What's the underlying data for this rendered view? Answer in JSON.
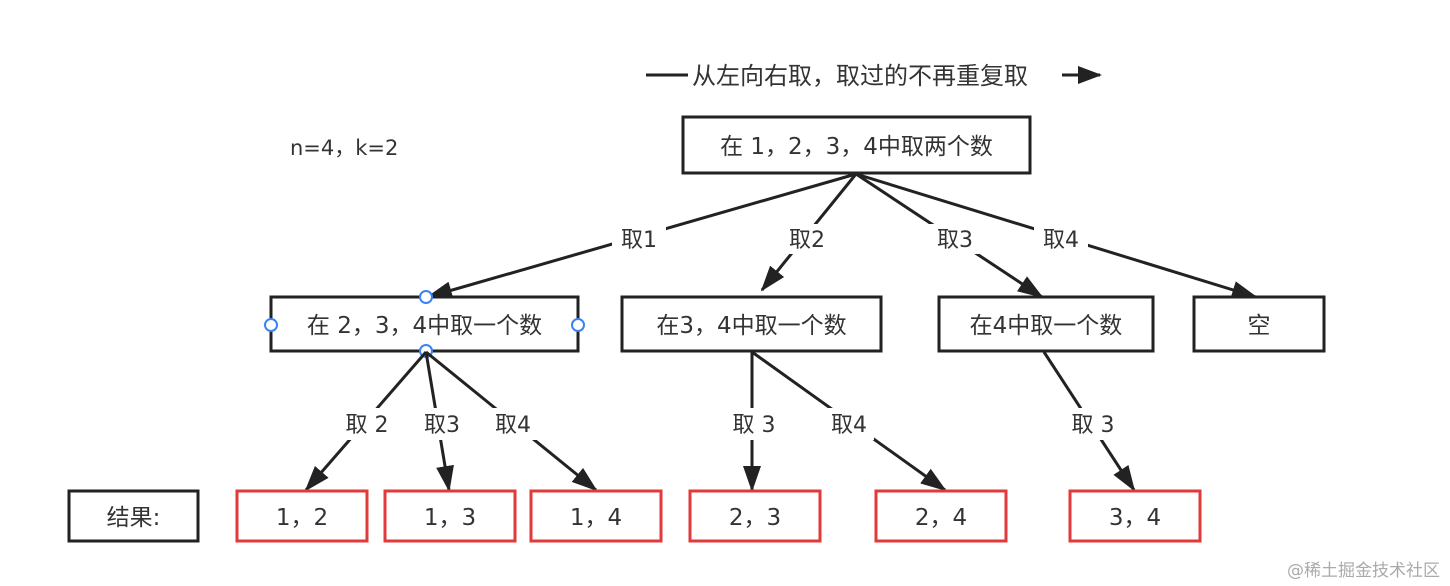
{
  "params": "n=4，k=2",
  "direction_note": "从左向右取，取过的不再重复取",
  "root": "在 1，2，3，4中取两个数",
  "level1": {
    "nodes": [
      "在 2，3，4中取一个数",
      "在3，4中取一个数",
      "在4中取一个数",
      "空"
    ],
    "edges": [
      "取1",
      "取2",
      "取3",
      "取4"
    ]
  },
  "level2": {
    "edges": [
      "取 2",
      "取3",
      "取4",
      "取 3",
      "取4",
      "取 3"
    ]
  },
  "results_label": "结果:",
  "results": [
    "1，2",
    "1，3",
    "1，4",
    "2，3",
    "2，4",
    "3，4"
  ],
  "watermark": "@稀土掘金技术社区",
  "colors": {
    "line": "#222222",
    "result_border": "#e03a3a",
    "handle": "#3b82f6"
  }
}
